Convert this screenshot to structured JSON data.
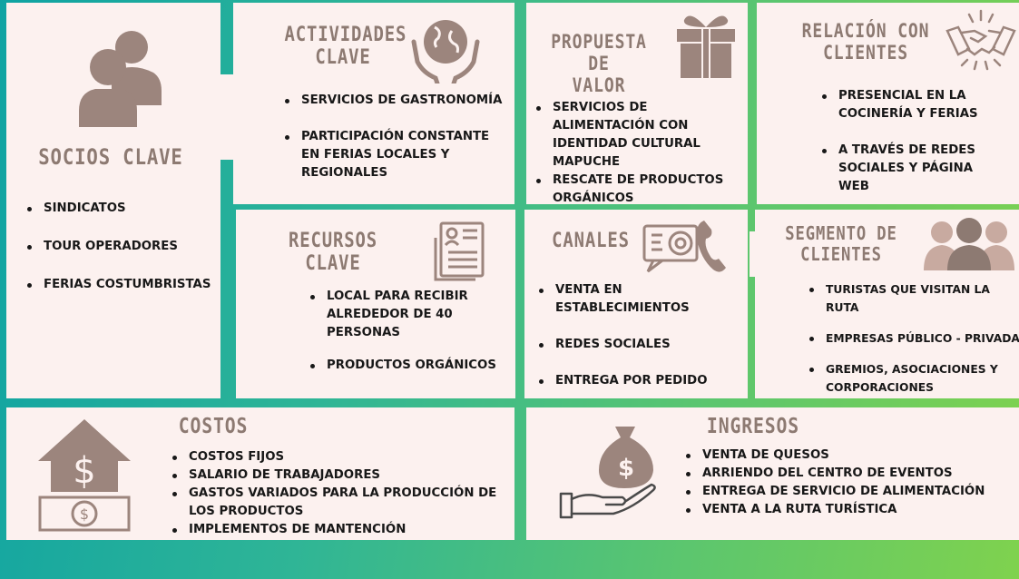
{
  "colors": {
    "panel_bg": "#fcf1ef",
    "icon_brown": "#9c857d",
    "title_brown": "#8d7a72",
    "text": "#181818"
  },
  "socios_clave": {
    "title": "Socios clave",
    "icon": "people-icon",
    "items": [
      "SINDICATOS",
      "TOUR OPERADORES",
      "FERIAS COSTUMBRISTAS"
    ]
  },
  "actividades_clave": {
    "title_line1": "Actividades",
    "title_line2": "clave",
    "icon": "globe-hands-icon",
    "items": [
      "SERVICIOS DE GASTRONOMÍA",
      "PARTICIPACIÓN CONSTANTE EN FERIAS LOCALES Y REGIONALES"
    ]
  },
  "recursos_clave": {
    "title": "Recursos clave",
    "icon": "document-icon",
    "items": [
      "LOCAL PARA RECIBIR ALREDEDOR DE 40 PERSONAS",
      "PRODUCTOS ORGÁNICOS"
    ]
  },
  "propuesta_valor": {
    "title_line1": "Propuesta de",
    "title_line2": "valor",
    "icon": "gift-icon",
    "items": [
      "SERVICIOS DE ALIMENTACIÓN CON IDENTIDAD CULTURAL MAPUCHE",
      "RESCATE DE PRODUCTOS ORGÁNICOS"
    ]
  },
  "canales": {
    "title": "Canales",
    "icon": "contact-phone-icon",
    "items": [
      "VENTA EN ESTABLECIMIENTOS",
      "REDES SOCIALES",
      "ENTREGA POR PEDIDO"
    ]
  },
  "relacion_clientes": {
    "title_line1": "Relación con",
    "title_line2": "clientes",
    "icon": "handshake-icon",
    "items": [
      "PRESENCIAL EN LA COCINERÍA Y FERIAS",
      "A TRAVÉS DE REDES SOCIALES Y PÁGINA WEB"
    ]
  },
  "segmento_clientes": {
    "title_line1": "Segmento de",
    "title_line2": "clientes",
    "icon": "group-icon",
    "items": [
      "TURISTAS QUE VISITAN LA RUTA",
      "EMPRESAS PÚBLICO - PRIVADA",
      "GREMIOS, ASOCIACIONES Y CORPORACIONES"
    ]
  },
  "costos": {
    "title": "Costos",
    "icon": "house-money-icon",
    "items": [
      "COSTOS FIJOS",
      "SALARIO DE TRABAJADORES",
      "GASTOS VARIADOS PARA LA PRODUCCIÓN DE LOS PRODUCTOS",
      "IMPLEMENTOS DE MANTENCIÓN"
    ]
  },
  "ingresos": {
    "title": "Ingresos",
    "icon": "money-bag-hand-icon",
    "items": [
      "VENTA DE QUESOS",
      "ARRIENDO DEL CENTRO DE EVENTOS",
      "ENTREGA DE SERVICIO DE ALIMENTACIÓN",
      "VENTA A LA RUTA TURÍSTICA"
    ]
  }
}
